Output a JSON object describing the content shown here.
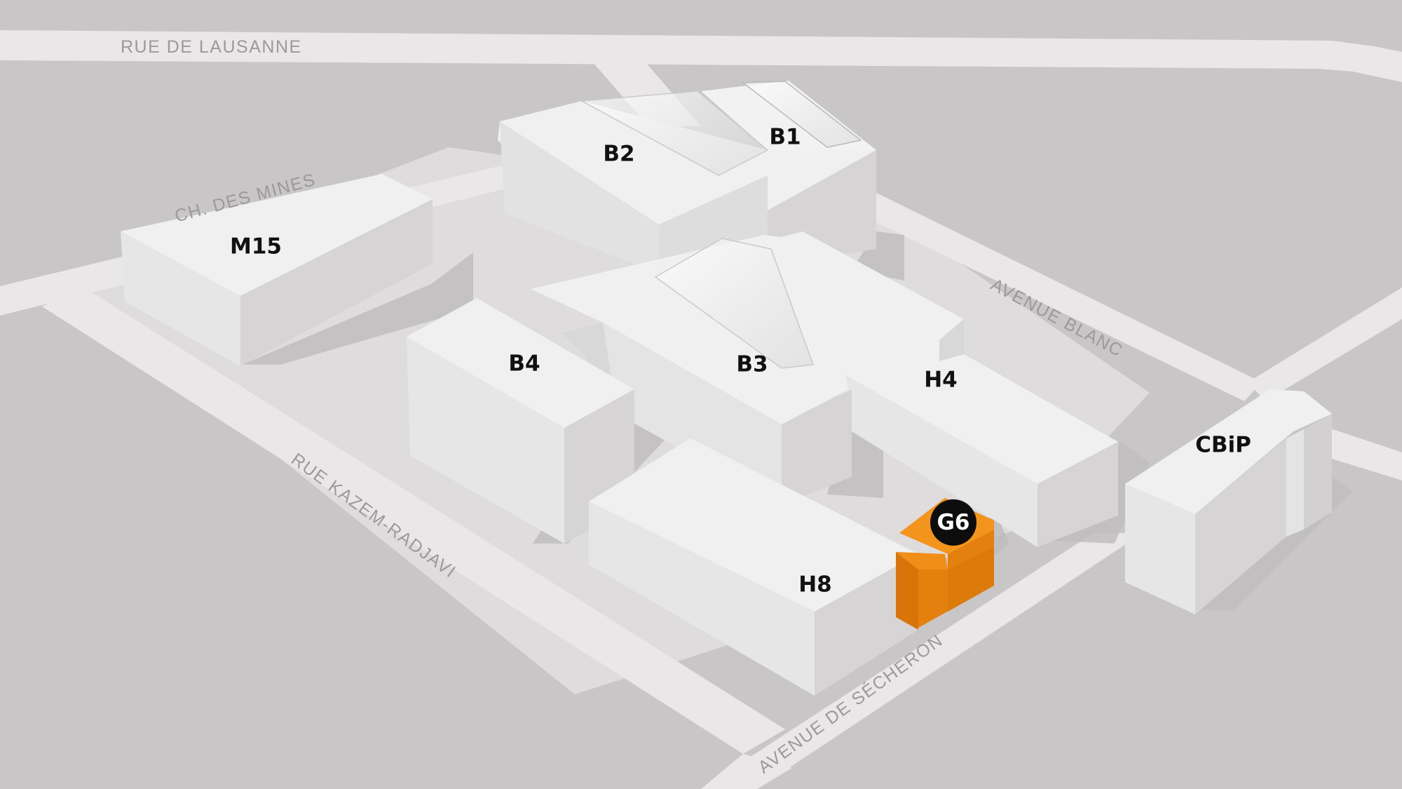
{
  "streets": {
    "rue_de_lausanne": "RUE DE LAUSANNE",
    "ch_des_mines": "CH. DES MINES",
    "avenue_blanc": "AVENUE BLANC",
    "rue_kazem_radjavi": "RUE KAZEM-RADJAVI",
    "avenue_de_secheron": "AVENUE DE SÉCHERON"
  },
  "buildings": {
    "b1": "B1",
    "b2": "B2",
    "b3": "B3",
    "b4": "B4",
    "h4": "H4",
    "h8": "H8",
    "m15": "M15",
    "cbip": "CBiP",
    "g6": "G6"
  },
  "highlighted_building": "G6",
  "colors": {
    "ground": "#c9c6c8",
    "road": "#e9e7e8",
    "building_top": "#f1f0f0",
    "highlight": "#e8820f",
    "badge": "#0d0d0d",
    "street_label": "#9c999b"
  }
}
